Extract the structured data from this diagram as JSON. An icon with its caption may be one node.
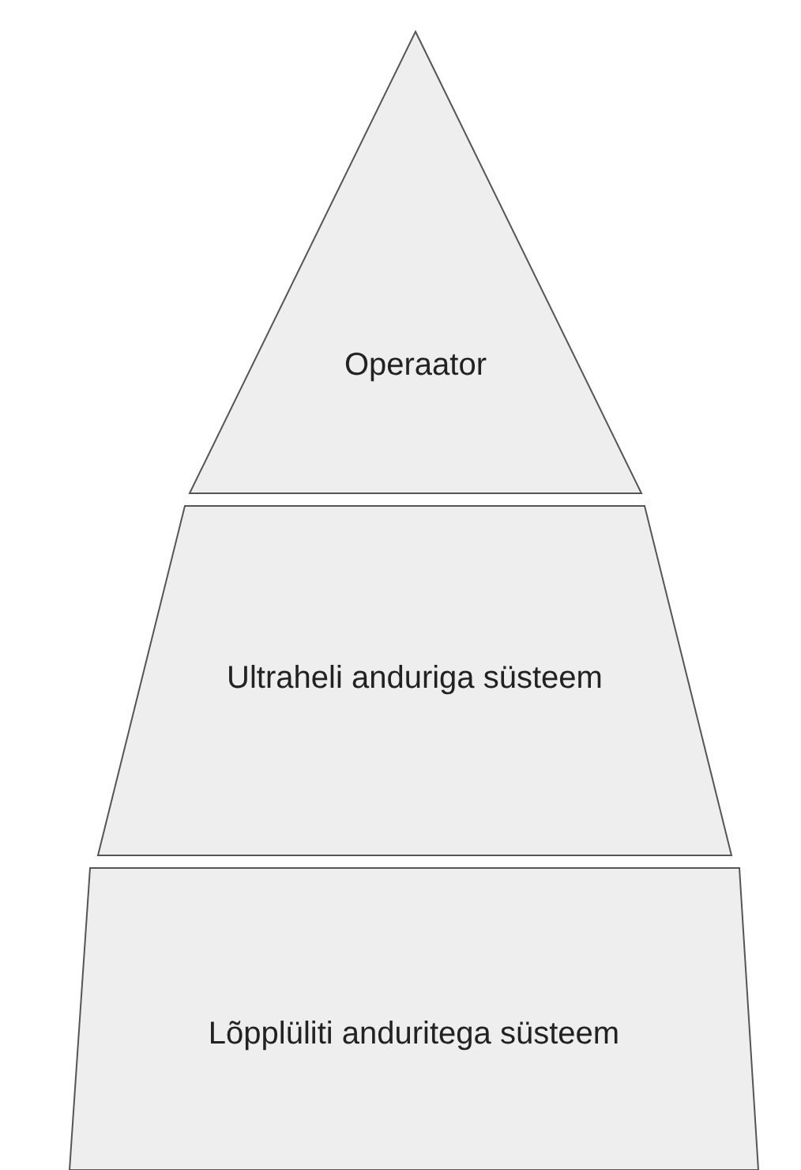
{
  "diagram": {
    "nodes": [
      {
        "text": [
          "Operaator"
        ]
      },
      {
        "text": [
          "Ultraheli anduriga süsteem"
        ]
      },
      {
        "text": [
          "Lõpplüliti anduritega süsteem"
        ]
      }
    ]
  }
}
